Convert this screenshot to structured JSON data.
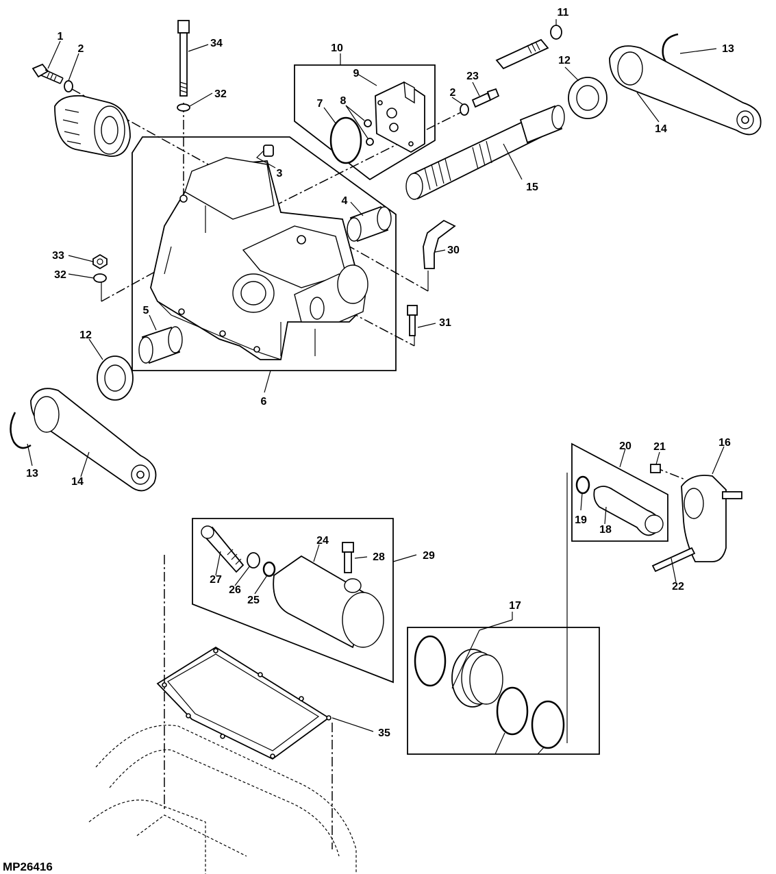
{
  "figure_id": "MP26416",
  "callouts": [
    "1",
    "2",
    "34",
    "32",
    "10",
    "9",
    "11",
    "7",
    "8",
    "2",
    "23",
    "12",
    "13",
    "14",
    "3",
    "4",
    "15",
    "30",
    "33",
    "32",
    "5",
    "31",
    "12",
    "6",
    "13",
    "14",
    "20",
    "21",
    "16",
    "19",
    "18",
    "22",
    "24",
    "29",
    "28",
    "27",
    "26",
    "25",
    "17",
    "35"
  ]
}
